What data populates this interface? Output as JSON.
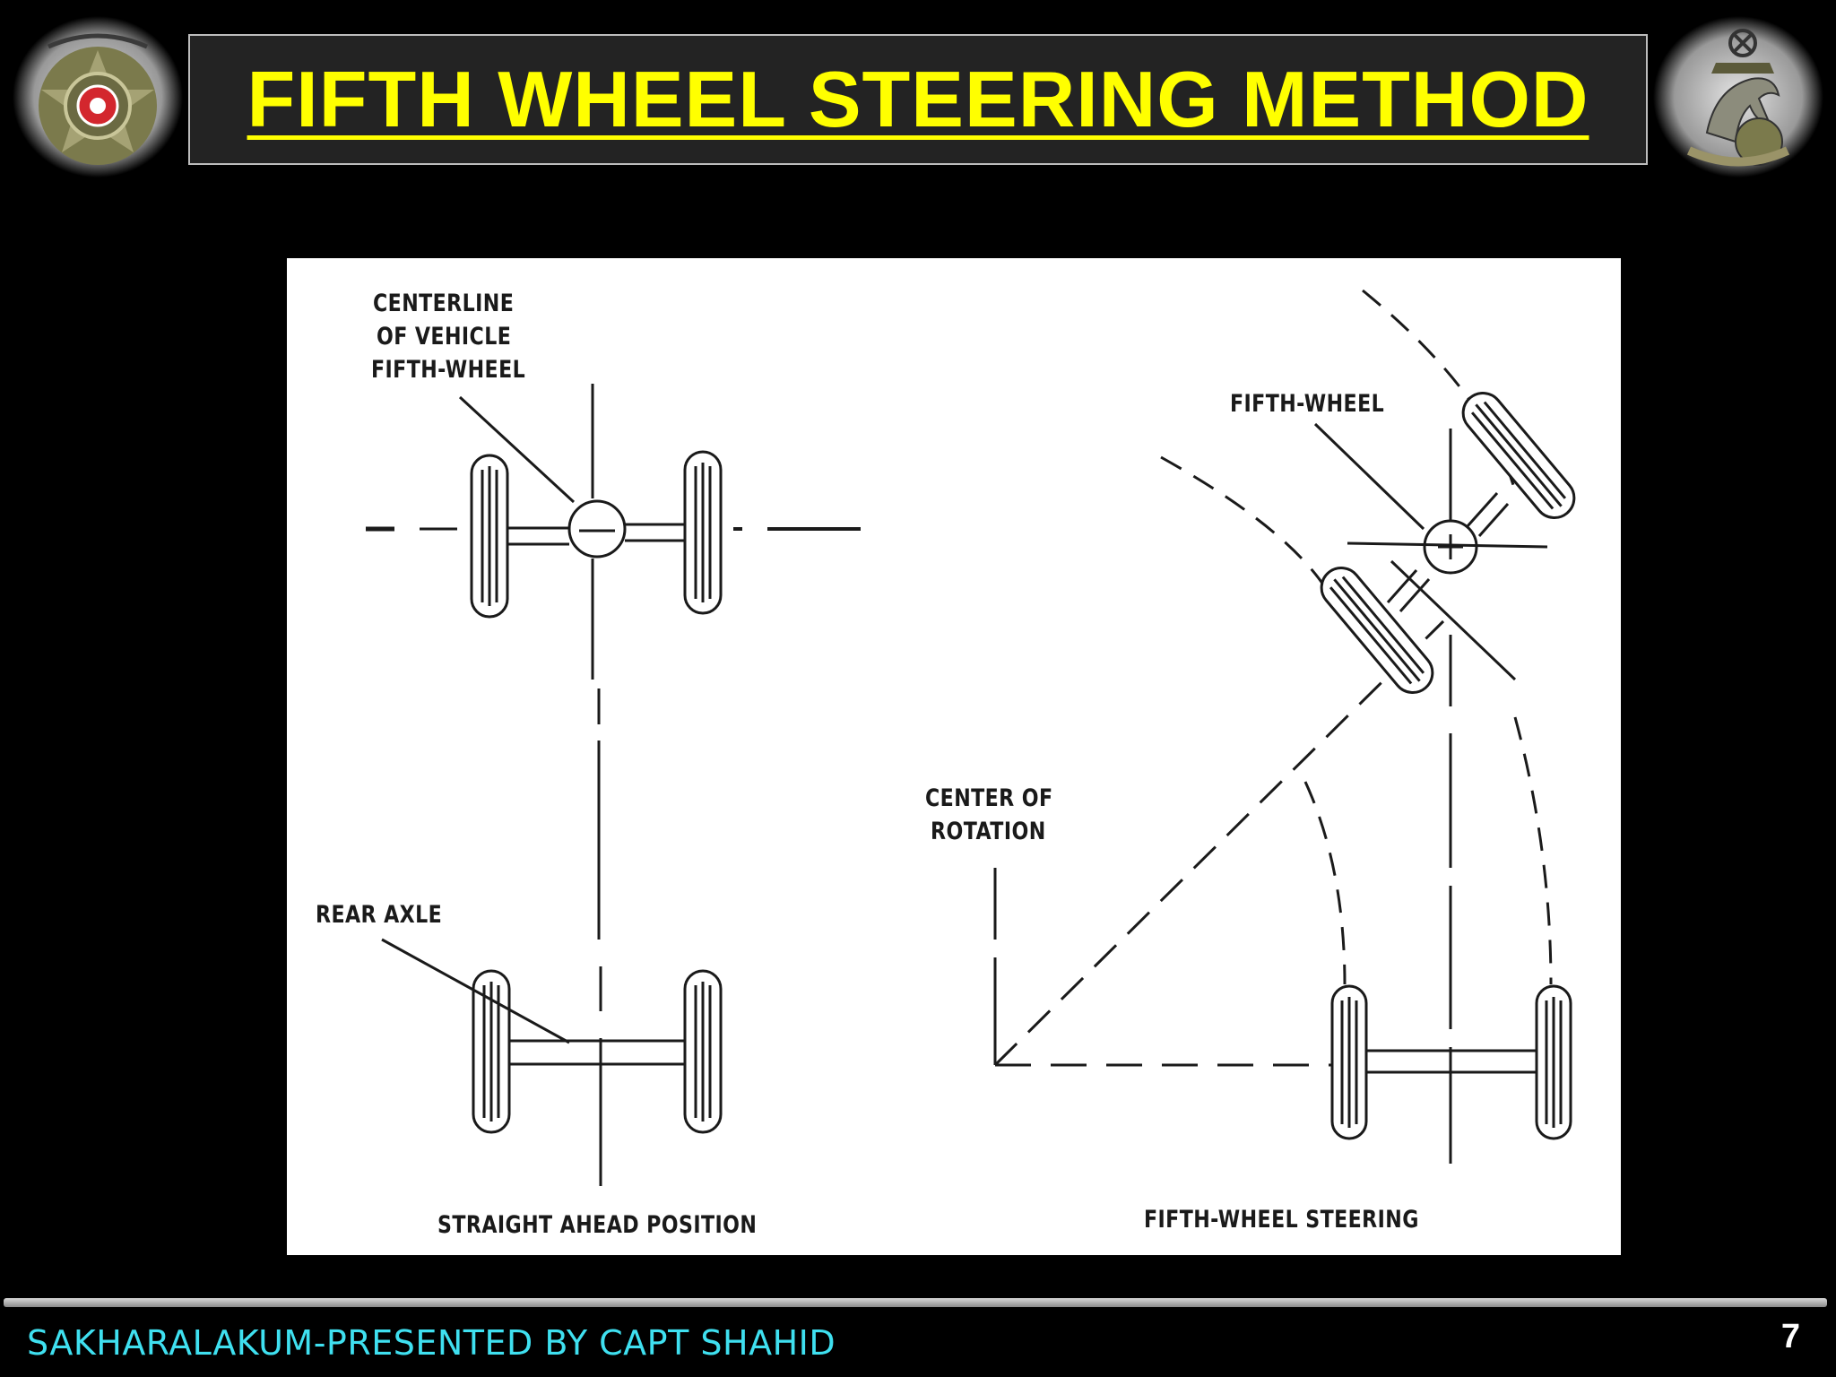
{
  "slide": {
    "title": "FIFTH WHEEL STEERING METHOD",
    "footer_text": "SAKHARALAKUM-PRESENTED BY CAPT SHAHID",
    "page_number": "7"
  },
  "emblems": {
    "left": "unit-badge-icon",
    "right": "horse-crest-icon"
  },
  "diagram": {
    "labels": {
      "centerline": [
        "CENTERLINE",
        "OF VEHICLE",
        "FIFTH-WHEEL"
      ],
      "rear_axle": "REAR AXLE",
      "straight_ahead": "STRAIGHT AHEAD POSITION",
      "fifth_wheel": "FIFTH-WHEEL",
      "center_of_rotation": [
        "CENTER OF",
        "ROTATION"
      ],
      "fifth_wheel_steering": "FIFTH-WHEEL STEERING"
    }
  },
  "colors": {
    "title": "#ffff00",
    "footer": "#3fe0f0",
    "background": "#000000",
    "panel": "#ffffff"
  }
}
